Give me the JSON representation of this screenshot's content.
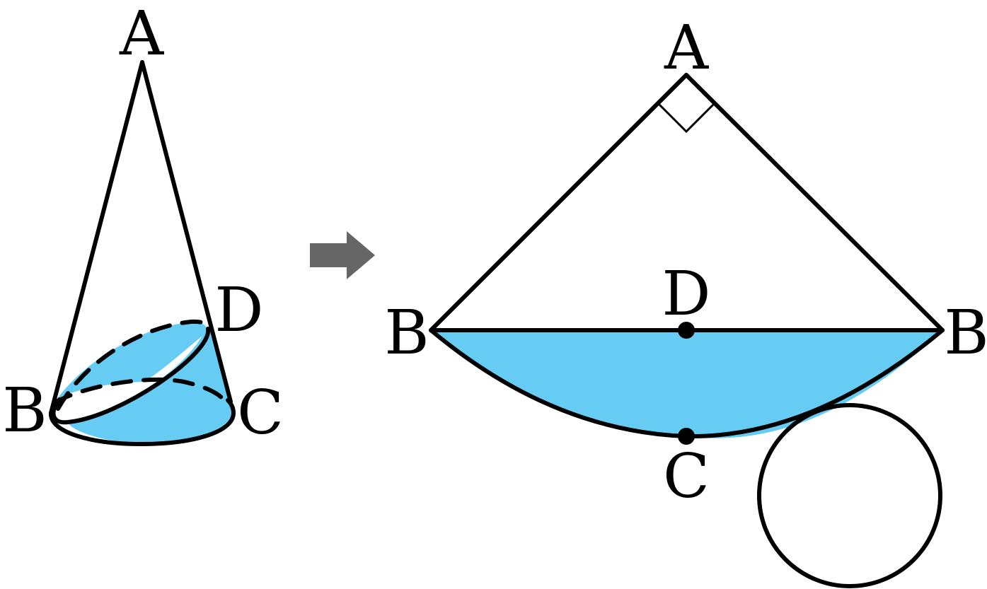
{
  "colors": {
    "stroke": "#000000",
    "fill": "#66ccf4",
    "arrow": "#666666",
    "background": "#ffffff"
  },
  "cone_figure": {
    "labels": {
      "apex": "A",
      "base_left": "B",
      "side_point": "D",
      "base_right": "C"
    }
  },
  "arrow": {
    "icon": "right-arrow-icon"
  },
  "net_figure": {
    "angle_mark": "right-angle",
    "labels": {
      "apex": "A",
      "left_end": "B",
      "right_end": "B",
      "midpoint": "D",
      "arc_point": "C"
    }
  }
}
